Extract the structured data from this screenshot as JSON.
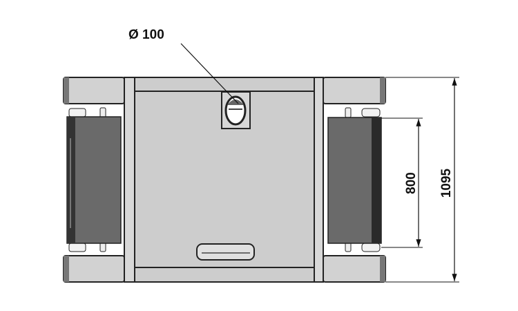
{
  "drawing": {
    "diameter_label": "Ø 100",
    "inner_dimension_label": "800",
    "overall_dimension_label": "1095"
  },
  "colors": {
    "body": "#cfcfcf",
    "roller": "#6a6a6a",
    "outline": "#222222"
  }
}
